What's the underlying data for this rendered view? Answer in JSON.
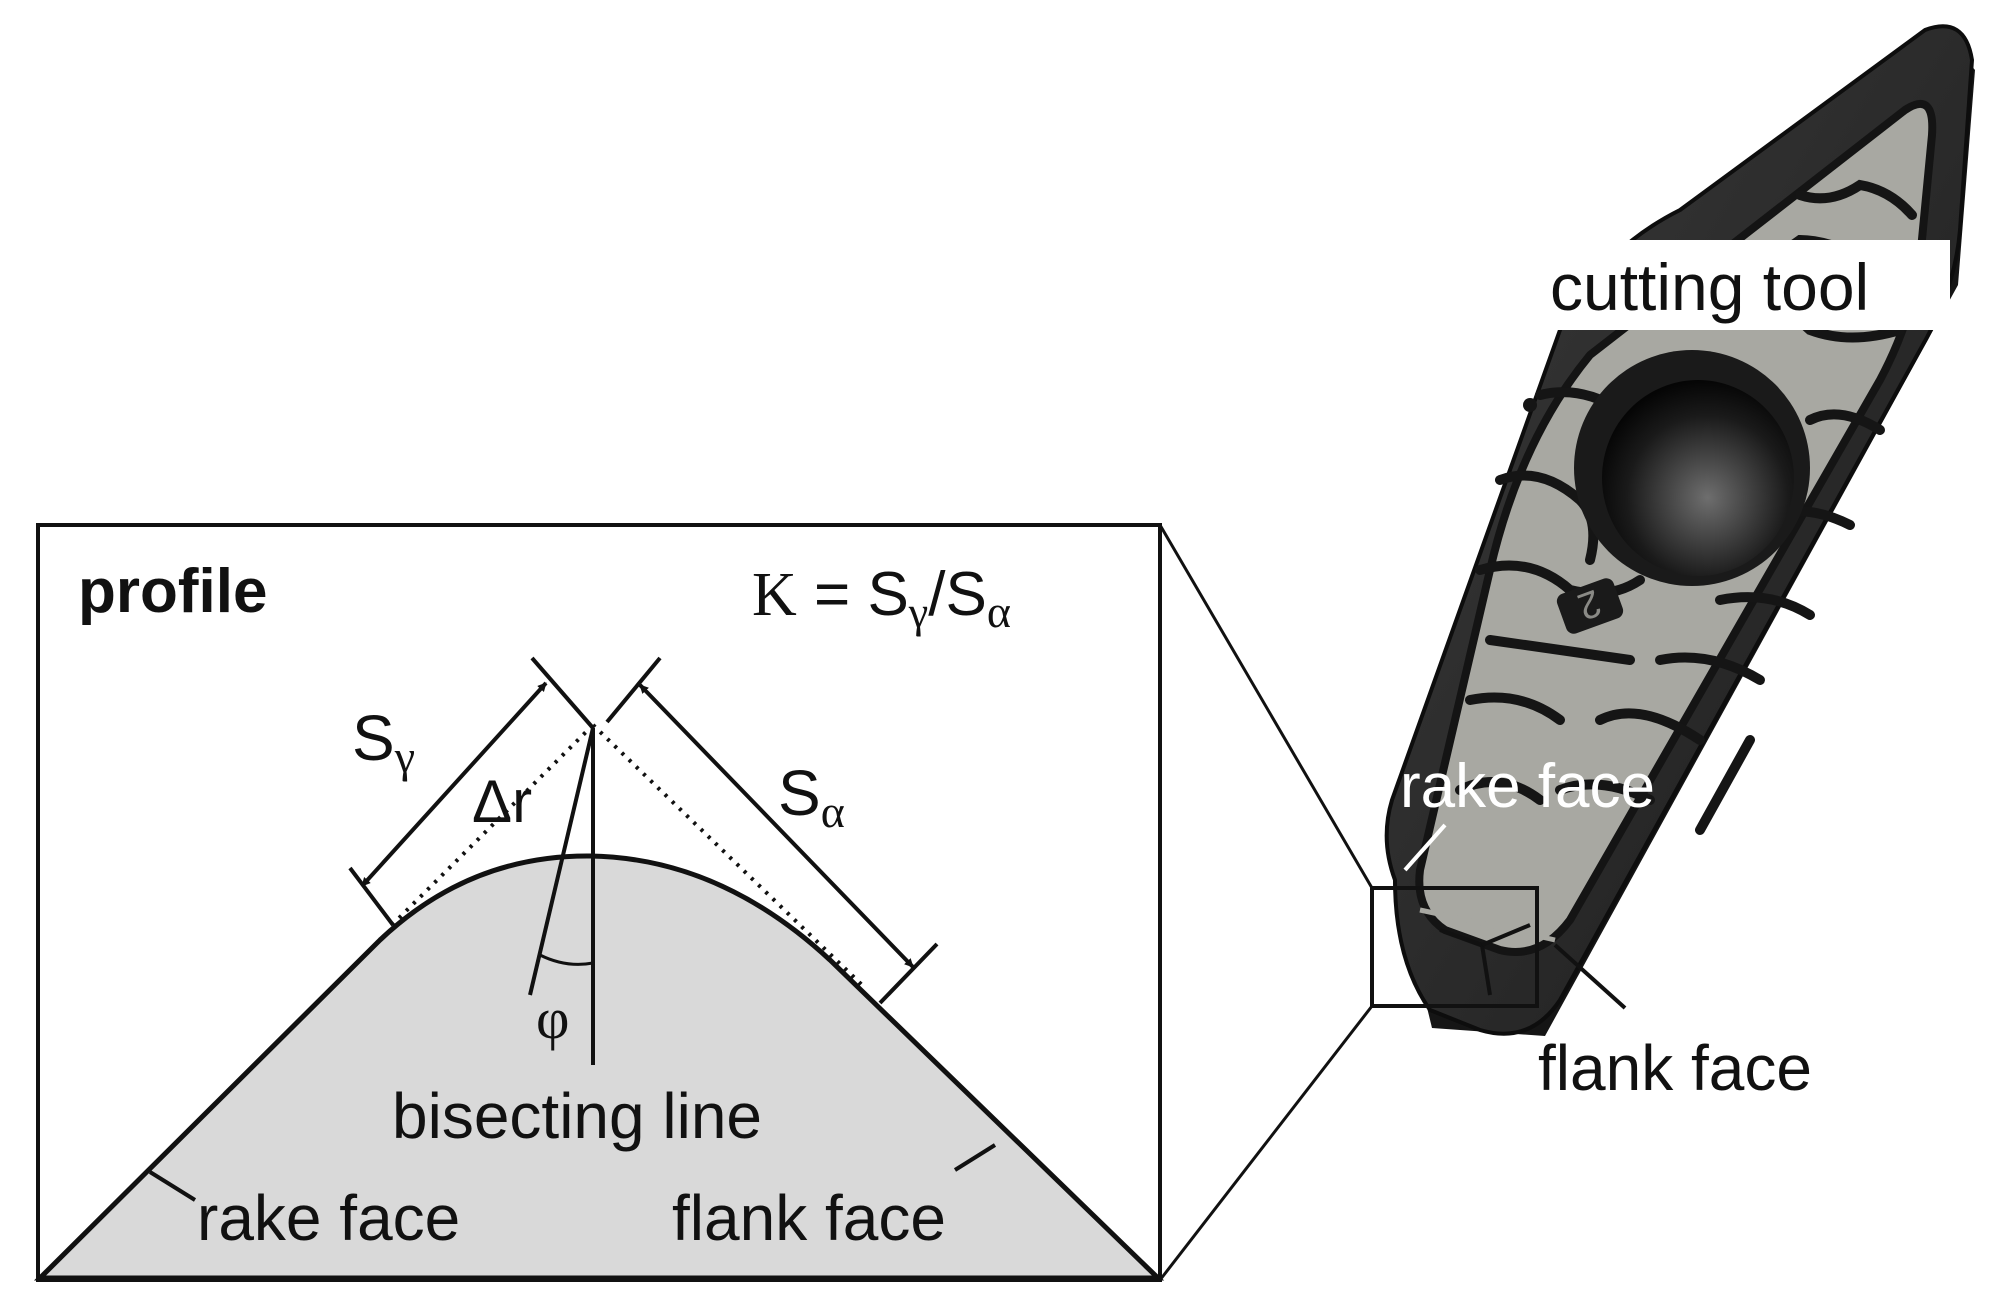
{
  "profile_panel": {
    "title": "profile",
    "formula": {
      "K": "K",
      "equals": " = S",
      "gamma": "γ",
      "slash": "/S",
      "alpha": "α"
    },
    "s_gamma": {
      "S": "S",
      "sub": "γ"
    },
    "s_alpha": {
      "S": "S",
      "sub": "α"
    },
    "delta_r": "Δr",
    "phi": "φ",
    "bisecting_line": "bisecting line",
    "rake_face": "rake face",
    "flank_face": "flank face"
  },
  "tool_photo": {
    "cutting_tool": "cutting tool",
    "rake_face": "rake face",
    "flank_face": "flank face",
    "insert_mark": "2"
  },
  "colors": {
    "line": "#111111",
    "profile_fill": "#d9d9d9",
    "insert_body": "#2a2a2a",
    "insert_face": "#a9a9a3",
    "insert_edge": "#1a1a1a"
  }
}
